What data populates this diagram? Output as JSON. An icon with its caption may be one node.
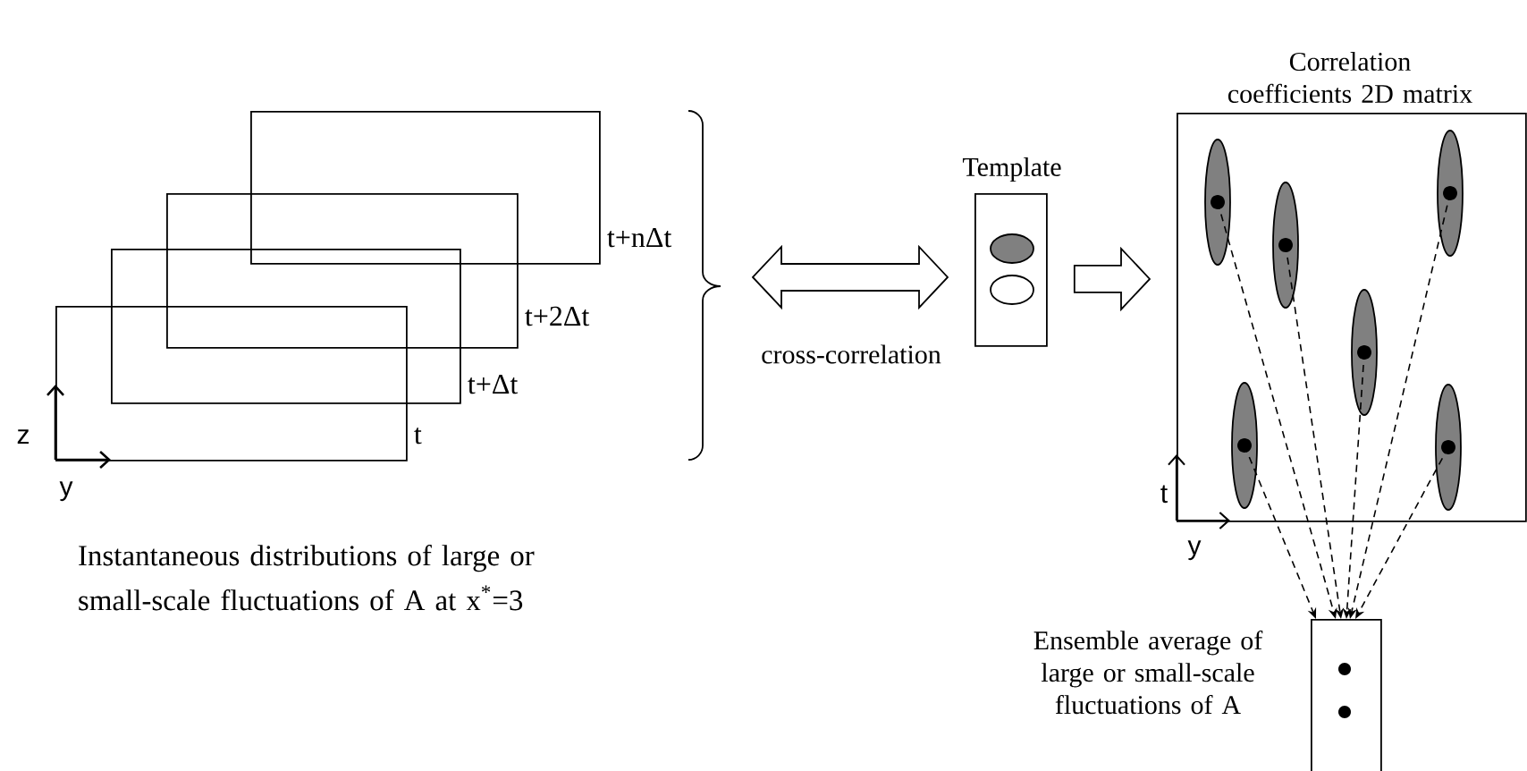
{
  "diagram": {
    "nodes": [
      {
        "text": [],
        "shape": "box",
        "beside": [
          "t+nΔt"
        ]
      },
      {
        "text": [],
        "shape": "box",
        "beside": [
          "t+2Δt"
        ]
      },
      {
        "text": [],
        "shape": "box",
        "beside": [
          "t+Δt"
        ]
      },
      {
        "text": [],
        "shape": "box",
        "beside": [
          "t"
        ]
      },
      {
        "text": [
          "Template"
        ]
      },
      {
        "text": [
          "Correlation coefficients 2D matrix"
        ]
      },
      {
        "text": [],
        "shape": "ellipse",
        "in": 5
      },
      {
        "text": [],
        "shape": "ellipse",
        "in": 5
      },
      {
        "text": [],
        "shape": "ellipse",
        "in": 5
      },
      {
        "text": [],
        "shape": "ellipse",
        "in": 5
      },
      {
        "text": [],
        "shape": "ellipse",
        "in": 5
      },
      {
        "text": [],
        "shape": "ellipse",
        "in": 5
      },
      {
        "text": [
          "Ensemble average of large or small-scale fluctuations of A"
        ]
      }
    ],
    "edges": [
      {
        "from": null,
        "to": 4,
        "arrow": "both",
        "label": "cross-correlation"
      },
      {
        "from": 4,
        "to": 5,
        "arrow": "to"
      },
      {
        "from": 6,
        "to": 12,
        "arrow": "to",
        "style": "dashed"
      },
      {
        "from": 7,
        "to": 12,
        "arrow": "to",
        "style": "dashed"
      },
      {
        "from": 8,
        "to": 12,
        "arrow": "to",
        "style": "dashed"
      },
      {
        "from": 9,
        "to": 12,
        "arrow": "to",
        "style": "dashed"
      },
      {
        "from": 10,
        "to": 12,
        "arrow": "to",
        "style": "dashed"
      },
      {
        "from": 11,
        "to": 12,
        "arrow": "to",
        "style": "dashed"
      }
    ],
    "labels": [
      "z",
      "y",
      "t",
      "y",
      "Instantaneous distributions of large or small-scale fluctuations of A at x$^{*}$=3"
    ]
  }
}
